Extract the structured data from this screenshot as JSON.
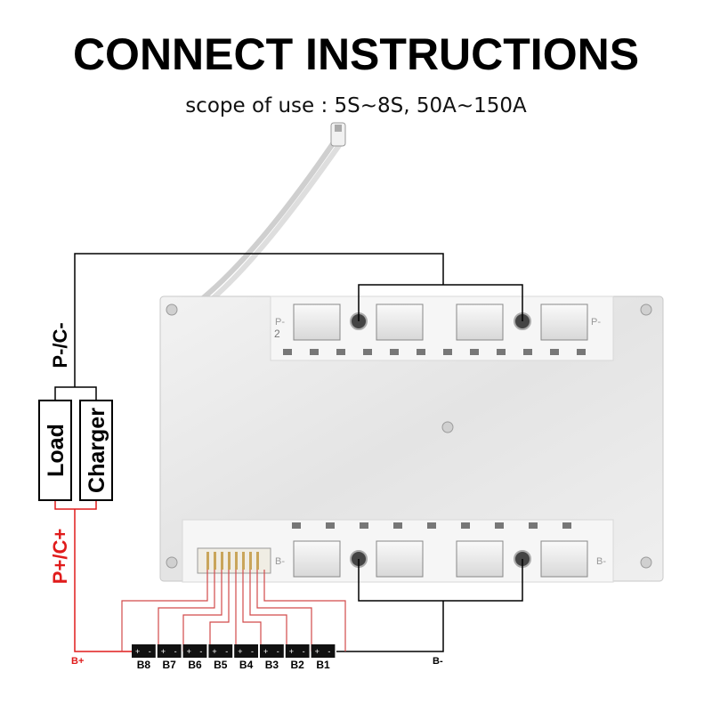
{
  "header": {
    "title": "CONNECT INSTRUCTIONS",
    "subtitle": "scope of use : 5S~8S, 50A~150A"
  },
  "labels": {
    "p_minus_c_minus": "P-/C-",
    "p_plus_c_plus": "P+/C+",
    "load": "Load",
    "charger": "Charger",
    "b_plus": "B+",
    "b_minus": "B-"
  },
  "board": {
    "top_left_mark": "P-",
    "top_left_mark2": "2",
    "top_right_mark": "P-",
    "bottom_left_mark": "B-",
    "bottom_right_mark": "B-"
  },
  "cells": [
    "B8",
    "B7",
    "B6",
    "B5",
    "B4",
    "B3",
    "B2",
    "B1"
  ],
  "colors": {
    "negative_wire": "#000000",
    "positive_wire": "#e01b1b",
    "balance_wire": "#d24a4a",
    "board": "#e9e9e9"
  },
  "icons": [
    "ntc-sensor-icon",
    "mosfet-terminal-icon",
    "balance-connector-icon",
    "screw-hole-icon"
  ]
}
